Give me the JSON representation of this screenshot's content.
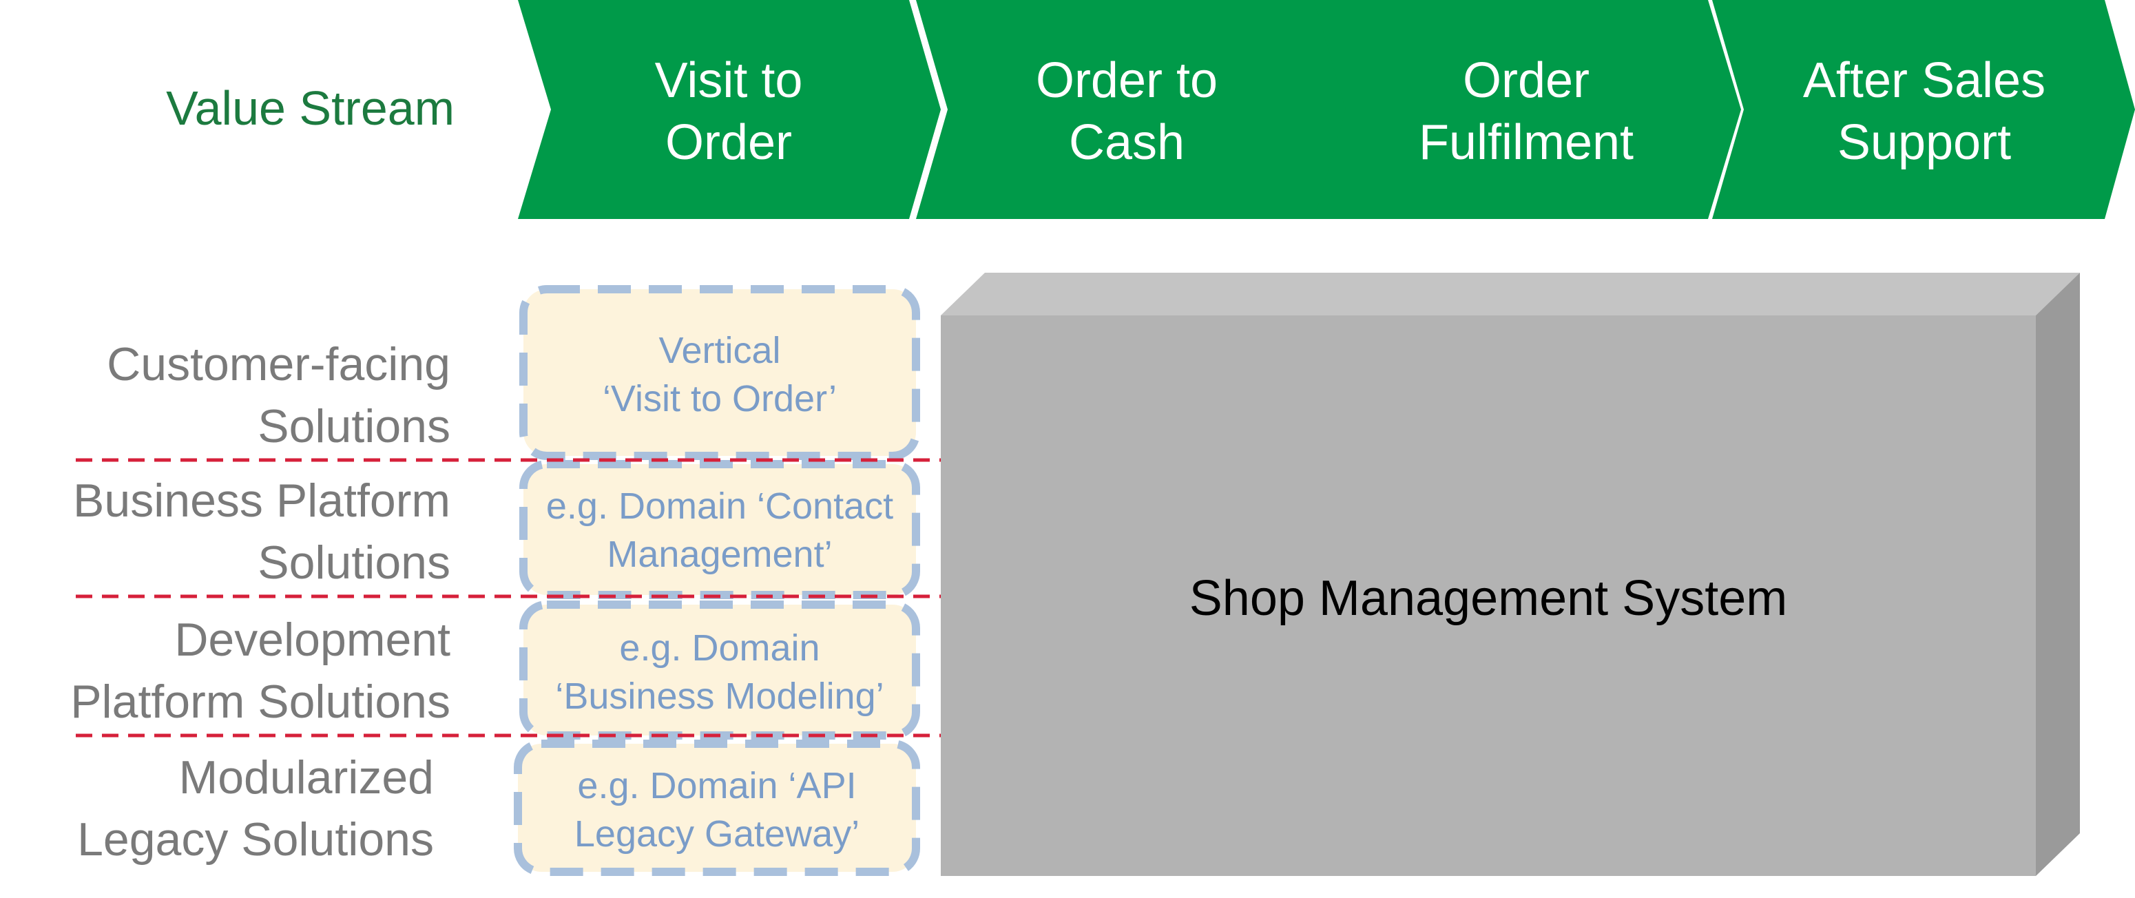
{
  "value_stream": {
    "label": "Value Stream",
    "stages": [
      {
        "label": "Visit to\nOrder"
      },
      {
        "label": "Order to\nCash"
      },
      {
        "label": "Order\nFulfilment"
      },
      {
        "label": "After Sales\nSupport"
      }
    ]
  },
  "rows": [
    {
      "label": "Customer-facing\nSolutions"
    },
    {
      "label": "Business Platform\nSolutions"
    },
    {
      "label": "Development\nPlatform Solutions"
    },
    {
      "label": "Modularized\nLegacy Solutions"
    }
  ],
  "domains": [
    {
      "label": "Vertical\n‘Visit to Order’"
    },
    {
      "label": "e.g. Domain ‘Contact\nManagement’"
    },
    {
      "label": "e.g. Domain\n‘Business Modeling’"
    },
    {
      "label": "e.g. Domain ‘API\nLegacy Gateway’"
    }
  ],
  "system": {
    "label": "Shop Management System"
  },
  "colors": {
    "chevron": "#009a49",
    "value_stream_text": "#1c7a3f",
    "row_text": "#7a7a7a",
    "domain_fill": "#fdf3dc",
    "domain_border": "#a9c0dc",
    "domain_text": "#7a9cc8",
    "separator": "#d6203a",
    "box_front": "#b3b3b3",
    "box_top": "#c4c4c4",
    "box_side": "#9a9a9a"
  }
}
